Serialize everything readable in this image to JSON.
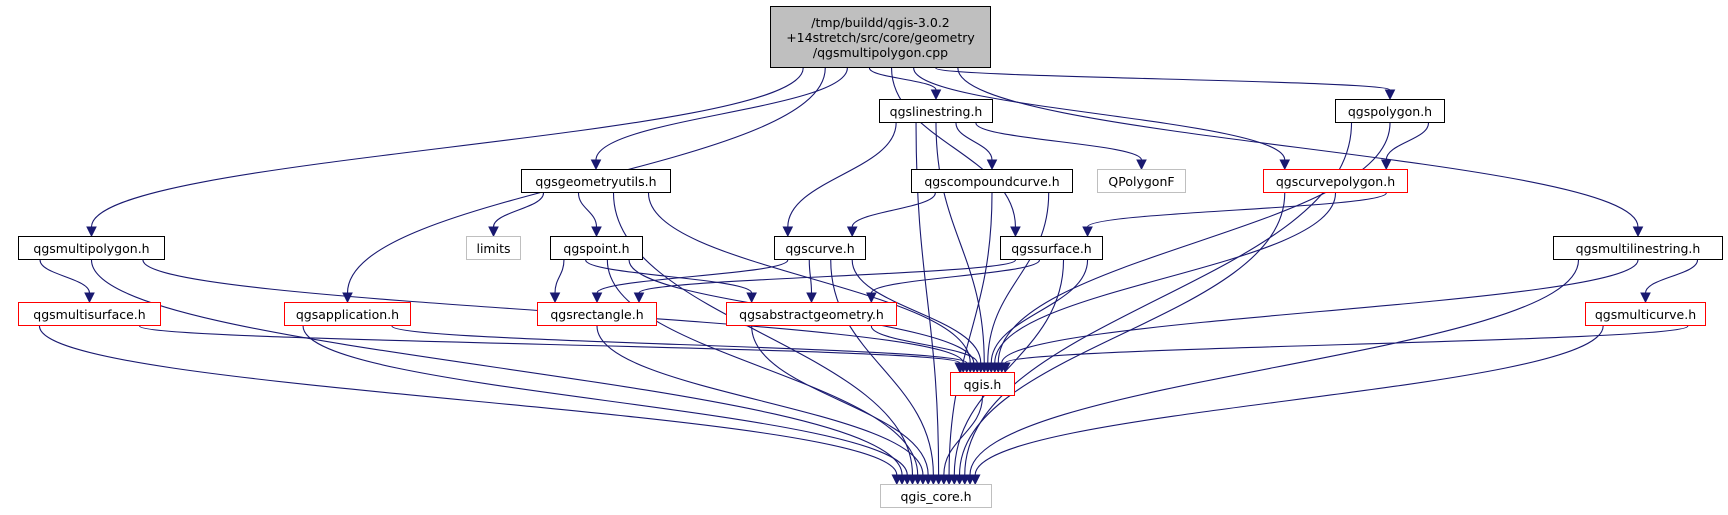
{
  "graph": {
    "nodes": [
      {
        "id": "root",
        "lines": [
          "/tmp/buildd/qgis-3.0.2",
          "+14stretch/src/core/geometry",
          "/qgsmultipolygon.cpp"
        ],
        "style": "root"
      },
      {
        "id": "qgslinestring",
        "label": "qgslinestring.h",
        "style": "black"
      },
      {
        "id": "qgspolygon",
        "label": "qgspolygon.h",
        "style": "black"
      },
      {
        "id": "qgsgeometryutils",
        "label": "qgsgeometryutils.h",
        "style": "black"
      },
      {
        "id": "qgscompoundcurve",
        "label": "qgscompoundcurve.h",
        "style": "black"
      },
      {
        "id": "QPolygonF",
        "label": "QPolygonF",
        "style": "gray"
      },
      {
        "id": "qgscurvepolygon",
        "label": "qgscurvepolygon.h",
        "style": "red"
      },
      {
        "id": "qgsmultipolygon",
        "label": "qgsmultipolygon.h",
        "style": "black"
      },
      {
        "id": "limits",
        "label": "limits",
        "style": "gray"
      },
      {
        "id": "qgspoint",
        "label": "qgspoint.h",
        "style": "black"
      },
      {
        "id": "qgscurve",
        "label": "qgscurve.h",
        "style": "black"
      },
      {
        "id": "qgssurface",
        "label": "qgssurface.h",
        "style": "black"
      },
      {
        "id": "qgsmultilinestring",
        "label": "qgsmultilinestring.h",
        "style": "black"
      },
      {
        "id": "qgsmultisurface",
        "label": "qgsmultisurface.h",
        "style": "red"
      },
      {
        "id": "qgsapplication",
        "label": "qgsapplication.h",
        "style": "red"
      },
      {
        "id": "qgsrectangle",
        "label": "qgsrectangle.h",
        "style": "red"
      },
      {
        "id": "qgsabstractgeometry",
        "label": "qgsabstractgeometry.h",
        "style": "red"
      },
      {
        "id": "qgsmulticurve",
        "label": "qgsmulticurve.h",
        "style": "red"
      },
      {
        "id": "qgis",
        "label": "qgis.h",
        "style": "red"
      },
      {
        "id": "qgis_core",
        "label": "qgis_core.h",
        "style": "gray"
      }
    ],
    "edges": [
      [
        "root",
        "qgsmultipolygon"
      ],
      [
        "root",
        "qgsgeometryutils"
      ],
      [
        "root",
        "qgsapplication"
      ],
      [
        "root",
        "qgssurface"
      ],
      [
        "root",
        "qgslinestring"
      ],
      [
        "root",
        "qgscurvepolygon"
      ],
      [
        "root",
        "qgspolygon"
      ],
      [
        "root",
        "qgsmultilinestring"
      ],
      [
        "qgslinestring",
        "qgscurve"
      ],
      [
        "qgslinestring",
        "qgis"
      ],
      [
        "qgslinestring",
        "qgscompoundcurve"
      ],
      [
        "qgslinestring",
        "QPolygonF"
      ],
      [
        "qgslinestring",
        "qgis_core"
      ],
      [
        "qgspolygon",
        "qgscurvepolygon"
      ],
      [
        "qgspolygon",
        "qgis"
      ],
      [
        "qgspolygon",
        "qgis_core"
      ],
      [
        "qgsgeometryutils",
        "limits"
      ],
      [
        "qgsgeometryutils",
        "qgspoint"
      ],
      [
        "qgsgeometryutils",
        "qgis"
      ],
      [
        "qgsgeometryutils",
        "qgis_core"
      ],
      [
        "qgscompoundcurve",
        "qgscurve"
      ],
      [
        "qgscompoundcurve",
        "qgis"
      ],
      [
        "qgscompoundcurve",
        "qgis_core"
      ],
      [
        "qgscurvepolygon",
        "qgssurface"
      ],
      [
        "qgscurvepolygon",
        "qgis"
      ],
      [
        "qgscurvepolygon",
        "qgis_core"
      ],
      [
        "qgsmultipolygon",
        "qgsmultisurface"
      ],
      [
        "qgsmultipolygon",
        "qgis"
      ],
      [
        "qgsmultipolygon",
        "qgis_core"
      ],
      [
        "qgspoint",
        "qgsrectangle"
      ],
      [
        "qgspoint",
        "qgsabstractgeometry"
      ],
      [
        "qgspoint",
        "qgis"
      ],
      [
        "qgspoint",
        "qgis_core"
      ],
      [
        "qgscurve",
        "qgsrectangle"
      ],
      [
        "qgscurve",
        "qgsabstractgeometry"
      ],
      [
        "qgscurve",
        "qgis"
      ],
      [
        "qgscurve",
        "qgis_core"
      ],
      [
        "qgssurface",
        "qgsrectangle"
      ],
      [
        "qgssurface",
        "qgsabstractgeometry"
      ],
      [
        "qgssurface",
        "qgis"
      ],
      [
        "qgssurface",
        "qgis_core"
      ],
      [
        "qgsmultilinestring",
        "qgsmulticurve"
      ],
      [
        "qgsmultilinestring",
        "qgis"
      ],
      [
        "qgsmultilinestring",
        "qgis_core"
      ],
      [
        "qgsmultisurface",
        "qgis"
      ],
      [
        "qgsmultisurface",
        "qgis_core"
      ],
      [
        "qgsapplication",
        "qgis"
      ],
      [
        "qgsapplication",
        "qgis_core"
      ],
      [
        "qgsrectangle",
        "qgis_core"
      ],
      [
        "qgsabstractgeometry",
        "qgis"
      ],
      [
        "qgsabstractgeometry",
        "qgis_core"
      ],
      [
        "qgsmulticurve",
        "qgis"
      ],
      [
        "qgsmulticurve",
        "qgis_core"
      ],
      [
        "qgis",
        "qgis_core"
      ]
    ],
    "colors": {
      "edge": "#191970",
      "root_fill": "#bfbfbf",
      "red_border": "#ff0000",
      "gray_border": "#bfbfbf"
    }
  }
}
